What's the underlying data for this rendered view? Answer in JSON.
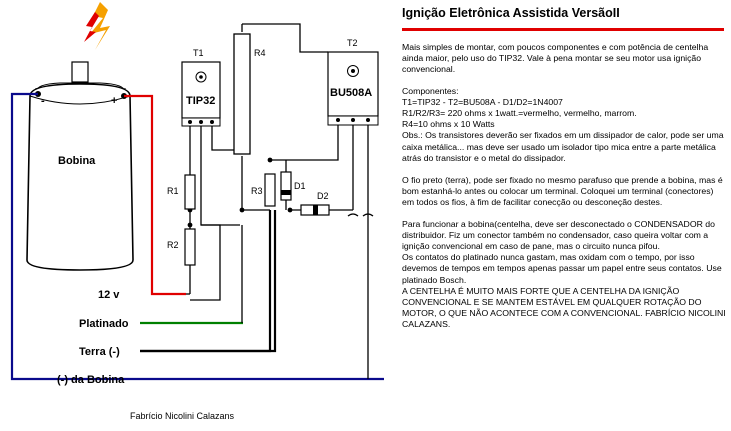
{
  "diagram": {
    "labels": {
      "t1": "T1",
      "t2": "T2",
      "tip32": "TIP32",
      "bu508a": "BU508A",
      "r4": "R4",
      "r1": "R1",
      "r2": "R2",
      "r3": "R3",
      "d1": "D1",
      "d2": "D2",
      "bobina": "Bobina",
      "minus": "-",
      "plus": "+",
      "v12": "12 v",
      "platinado": "Platinado",
      "terra": "Terra (-)",
      "da_bobina": "(-) da Bobina"
    },
    "colors": {
      "red": "#e00000",
      "green": "#008000",
      "black": "#000000",
      "blue": "#0a0a8c",
      "spark_orange": "#f5a000",
      "spark_red": "#e00000"
    }
  },
  "title": "Ignição Eletrônica Assistida VersãoII",
  "intro": "Mais simples de montar, com poucos componentes e com potência de centelha ainda maior,  pelo uso do TIP32. Vale à pena montar se seu motor usa ignição convencional.",
  "components": {
    "heading": "Componentes:",
    "lines": [
      "T1=TIP32 - T2=BU508A - D1/D2=1N4007",
      "R1/R2/R3= 220 ohms x 1watt.=vermelho, vermelho, marrom.",
      "R4=10 ohms x 10 Watts",
      "Obs.: Os transistores deverão ser fixados em um dissipador de calor,  pode ser uma caixa metálica... mas deve ser usado um isolador tipo mica entre a parte metálica atrás do transistor e o metal do dissipador."
    ]
  },
  "para_fio": "O fio preto (terra), pode ser fixado no mesmo parafuso que prende a bobina, mas é bom estanhá-lo antes ou colocar um terminal. Coloquei um terminal (conectores) em todos os fios, à fim de facilitar conecção ou desconeção destes.",
  "para_bobina": "Para funcionar a bobina(centelha, deve ser desconectado o CONDENSADOR do distribuidor. Fiz um conector também no condensador, caso queira voltar com a ignição convencional em caso de pane, mas o circuito nunca pifou.",
  "para_contatos": "Os contatos do platinado nunca gastam, mas oxidam com o tempo, por isso devemos de tempos  em tempos apenas passar um papel entre seus contatos.   Use platinado Bosch.",
  "para_centelha": "A CENTELHA É MUITO MAIS FORTE QUE A CENTELHA DA IGNIÇÃO CONVENCIONAL E SE MANTEM ESTÁVEL EM QUALQUER ROTAÇÃO DO MOTOR, O QUE NÃO ACONTECE COM A CONVENCIONAL.    FABRÍCIO NICOLINI CALAZANS.",
  "footer": "Fabrício Nicolini Calazans"
}
